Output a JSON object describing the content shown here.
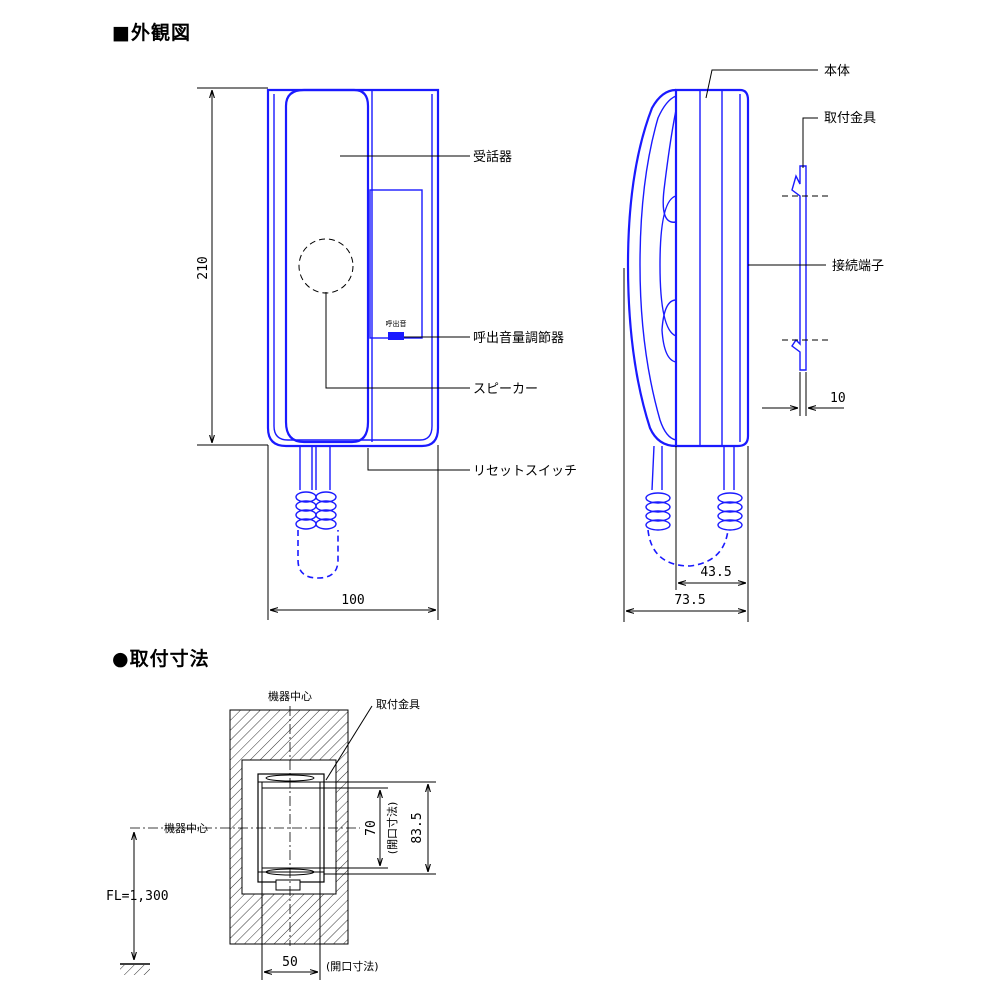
{
  "headings": {
    "appearance": "■外観図",
    "mounting": "●取付寸法"
  },
  "front_view": {
    "height_dim": "210",
    "width_dim": "100",
    "callouts": {
      "handset": "受話器",
      "call_volume": "呼出音量調節器",
      "speaker": "スピーカー",
      "reset_switch": "リセットスイッチ"
    },
    "switch_label": "呼出音"
  },
  "side_view": {
    "callouts": {
      "body": "本体",
      "bracket": "取付金具",
      "terminal": "接続端子"
    },
    "bracket_dim": "10",
    "depth_dim_inner": "43.5",
    "depth_dim_outer": "73.5"
  },
  "mounting": {
    "device_center_top": "機器中心",
    "device_center_left": "機器中心",
    "bracket": "取付金具",
    "height_70": "70",
    "opening_label": "(開口寸法)",
    "height_83_5": "83.5",
    "floor_height": "FL=1,300",
    "width_50": "50",
    "opening_label_bottom": "(開口寸法)"
  }
}
